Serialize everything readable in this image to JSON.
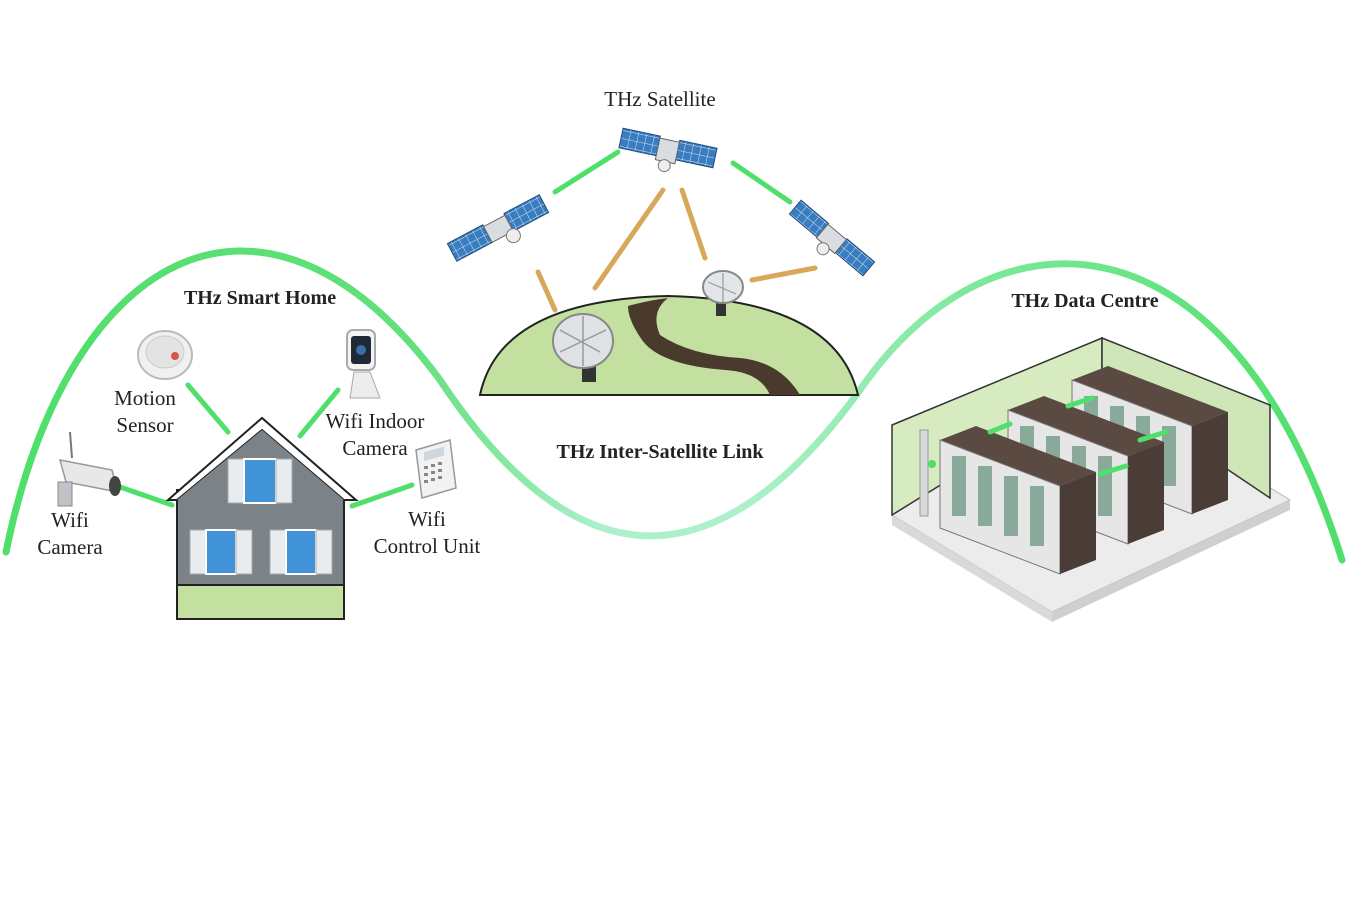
{
  "labels": {
    "satellite": "THz Satellite",
    "smart_home": "THz Smart Home",
    "inter_satellite": "THz Inter-Satellite Link",
    "data_centre": "THz Data Centre",
    "motion_sensor_1": "Motion",
    "motion_sensor_2": "Sensor",
    "indoor_camera_1": "Wifi Indoor",
    "indoor_camera_2": "Camera",
    "wifi_camera_1": "Wifi",
    "wifi_camera_2": "Camera",
    "control_unit_1": "Wifi",
    "control_unit_2": "Control Unit"
  },
  "colors": {
    "wave_green": "#4fdf6a",
    "wave_light": "#a8f0c8",
    "link_gold": "#d8a85a",
    "ground": "#c4e0a0",
    "road": "#4a3a2e",
    "house_wall": "#7b8288",
    "house_base": "#c4e0a0",
    "panel_blue": "#2f6fb0",
    "rack_dark": "#4a3c36",
    "room_wall": "#d6ecc0",
    "floor": "#ececec"
  }
}
